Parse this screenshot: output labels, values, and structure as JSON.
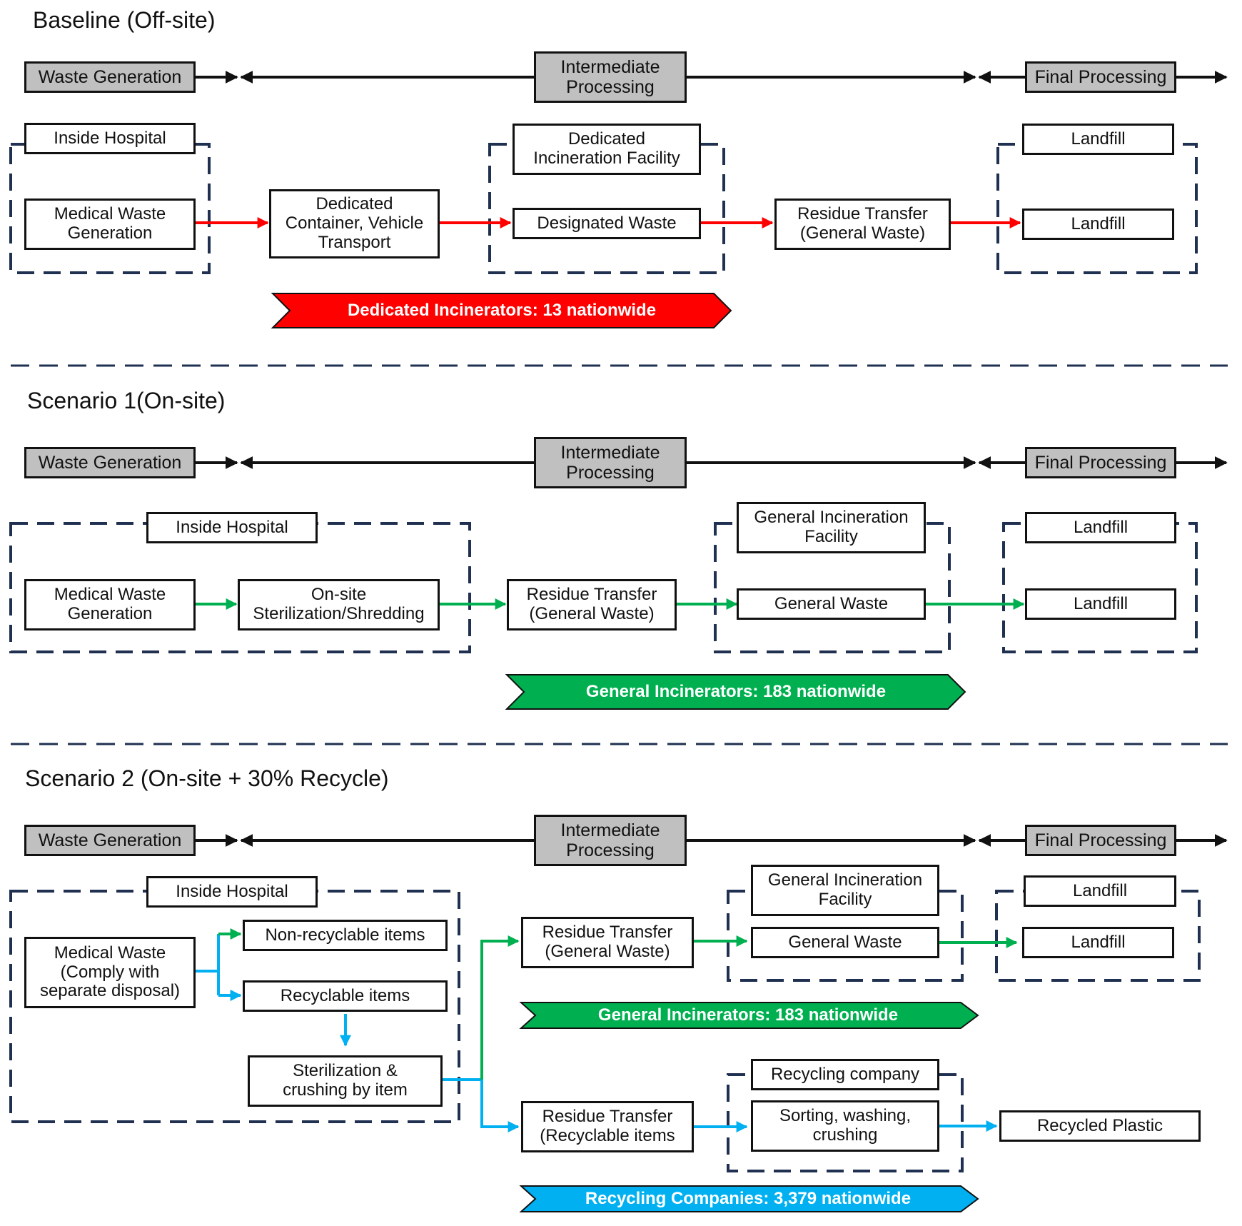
{
  "colors": {
    "dedicated": "#ff0000",
    "general": "#00b050",
    "recycling": "#00b0f0",
    "dashed_frame": "#1f3050",
    "stage_box": "#c0c0c0"
  },
  "baseline": {
    "title": "Baseline (Off-site)",
    "stages": {
      "waste_generation": "Waste Generation",
      "intermediate": "Intermediate\nProcessing",
      "final": "Final Processing"
    },
    "inside_hospital": "Inside Hospital",
    "medical_waste_generation": "Medical Waste\nGeneration",
    "dedicated_container": "Dedicated\nContainer, Vehicle\nTransport",
    "dedicated_incineration_facility": "Dedicated\nIncineration Facility",
    "designated_waste": "Designated Waste",
    "residue_transfer": "Residue Transfer\n(General Waste)",
    "landfill_header": "Landfill",
    "landfill": "Landfill",
    "banner": "Dedicated Incinerators: 13 nationwide"
  },
  "scenario1": {
    "title": "Scenario 1(On-site)",
    "stages": {
      "waste_generation": "Waste Generation",
      "intermediate": "Intermediate\nProcessing",
      "final": "Final Processing"
    },
    "inside_hospital": "Inside Hospital",
    "medical_waste_generation": "Medical Waste\nGeneration",
    "onsite_sterilization": "On-site\nSterilization/Shredding",
    "residue_transfer": "Residue Transfer\n(General Waste)",
    "general_incineration_facility": "General Incineration\nFacility",
    "general_waste": "General Waste",
    "landfill_header": "Landfill",
    "landfill": "Landfill",
    "banner": "General Incinerators: 183 nationwide"
  },
  "scenario2": {
    "title": "Scenario 2 (On-site + 30% Recycle)",
    "stages": {
      "waste_generation": "Waste Generation",
      "intermediate": "Intermediate\nProcessing",
      "final": "Final Processing"
    },
    "inside_hospital": "Inside Hospital",
    "medical_waste": "Medical Waste\n(Comply with\nseparate disposal)",
    "non_recyclable": "Non-recyclable items",
    "recyclable": "Recyclable items",
    "sterilization_crushing": "Sterilization &\ncrushing by item",
    "residue_transfer_general": "Residue Transfer\n(General Waste)",
    "general_incineration_facility": "General Incineration\nFacility",
    "general_waste": "General Waste",
    "landfill_header": "Landfill",
    "landfill": "Landfill",
    "banner_general": "General Incinerators: 183 nationwide",
    "residue_transfer_recyclable": "Residue Transfer\n(Recyclable items",
    "recycling_company": "Recycling company",
    "sorting_washing": "Sorting, washing,\ncrushing",
    "recycled_plastic": "Recycled Plastic",
    "banner_recycling": "Recycling Companies: 3,379 nationwide"
  }
}
